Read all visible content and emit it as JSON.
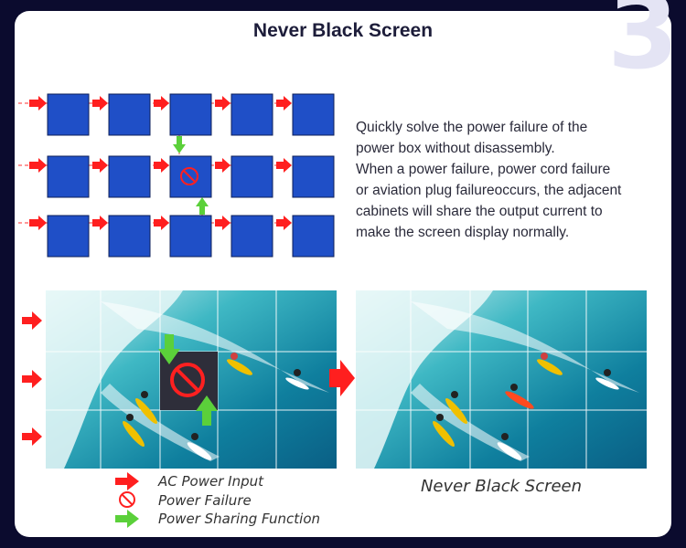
{
  "big_number": "3",
  "title": "Never Black Screen",
  "description": {
    "line1": "Quickly solve the power failure of the",
    "line2": "power box without disassembly.",
    "line3": "When a power failure, power cord failure",
    "line4": "or aviation plug failureoccurs, the adjacent",
    "line5": "cabinets will share the output current to",
    "line6": "make the screen display normally."
  },
  "legend": {
    "ac_power_input": "AC Power Input",
    "power_failure": "Power Failure",
    "power_sharing": "Power Sharing Function"
  },
  "result_caption": "Never Black Screen",
  "colors": {
    "cabinet_blue": "#1f4fc7",
    "arrow_red": "#ff1f1f",
    "arrow_green": "#5bd03a",
    "background_navy": "#0b0b2e"
  },
  "icons": [
    "red-arrow-icon",
    "power-failure-icon",
    "green-arrow-icon"
  ]
}
